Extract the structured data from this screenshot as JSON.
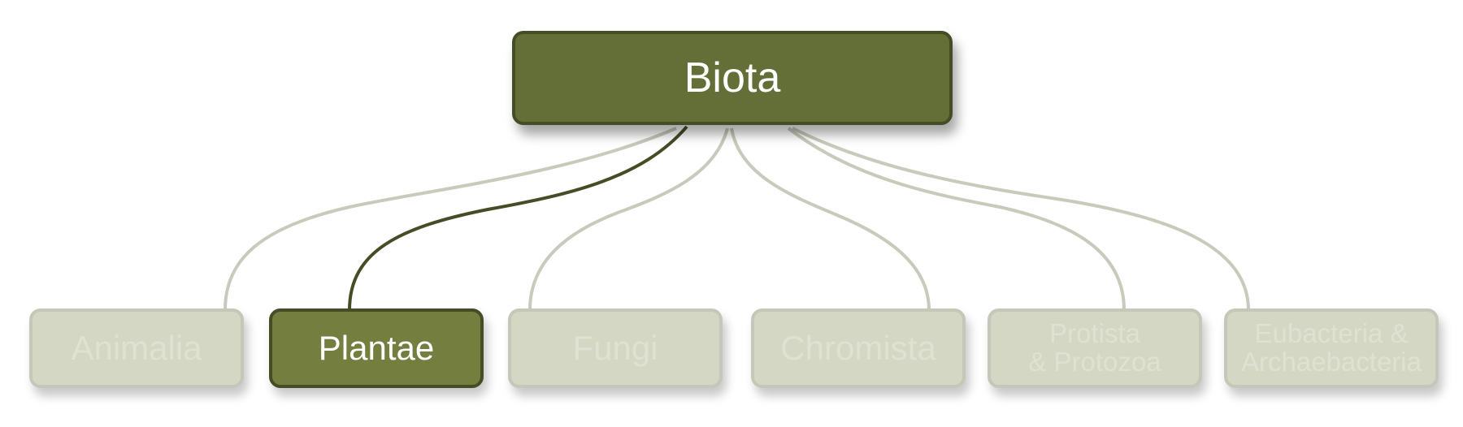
{
  "diagram": {
    "type": "tree",
    "root": {
      "label": "Biota",
      "color": "#636f37",
      "border_color": "#454c26",
      "text_color": "#ffffff"
    },
    "children": [
      {
        "id": "animalia",
        "label": "Animalia",
        "highlighted": false
      },
      {
        "id": "plantae",
        "label": "Plantae",
        "highlighted": true
      },
      {
        "id": "fungi",
        "label": "Fungi",
        "highlighted": false
      },
      {
        "id": "chromista",
        "label": "Chromista",
        "highlighted": false
      },
      {
        "id": "protista-protozoa",
        "label": "Protista\n& Protozoa",
        "highlighted": false
      },
      {
        "id": "eubacteria-archaebacteria",
        "label": "Eubacteria &\nArchaebacteria",
        "highlighted": false
      }
    ],
    "colors": {
      "highlight_fill": "#737e3f",
      "highlight_border": "#454c26",
      "highlight_connector": "#454c26",
      "dim_fill": "#d4d7c3",
      "dim_border": "#c5c7b8",
      "dim_text": "#dfe1d2",
      "dim_connector": "#c8cabc"
    }
  }
}
